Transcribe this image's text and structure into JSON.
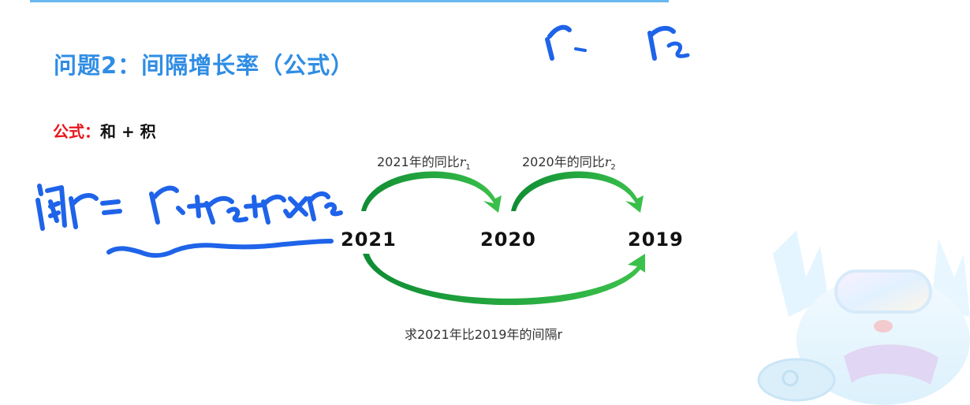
{
  "title": "问题2：间隔增长率（公式）",
  "formula": {
    "label": "公式：",
    "value": "和 + 积"
  },
  "diagram": {
    "years": [
      "2021",
      "2020",
      "2019"
    ],
    "top_left_label": {
      "text": "2021年的同比",
      "symbol": "r",
      "sub": "1"
    },
    "top_right_label": {
      "text": "2020年的同比",
      "symbol": "r",
      "sub": "2"
    },
    "bottom_label": "求2021年比2019年的间隔r"
  },
  "handwriting": {
    "top": "r₁  r₂",
    "left": "间r = r₁+r₂+r₁×r₂"
  },
  "colors": {
    "title": "#2f8de4",
    "formula_label": "#e8161c",
    "arrow": "#1aa53a",
    "ink": "#1e63e9"
  }
}
